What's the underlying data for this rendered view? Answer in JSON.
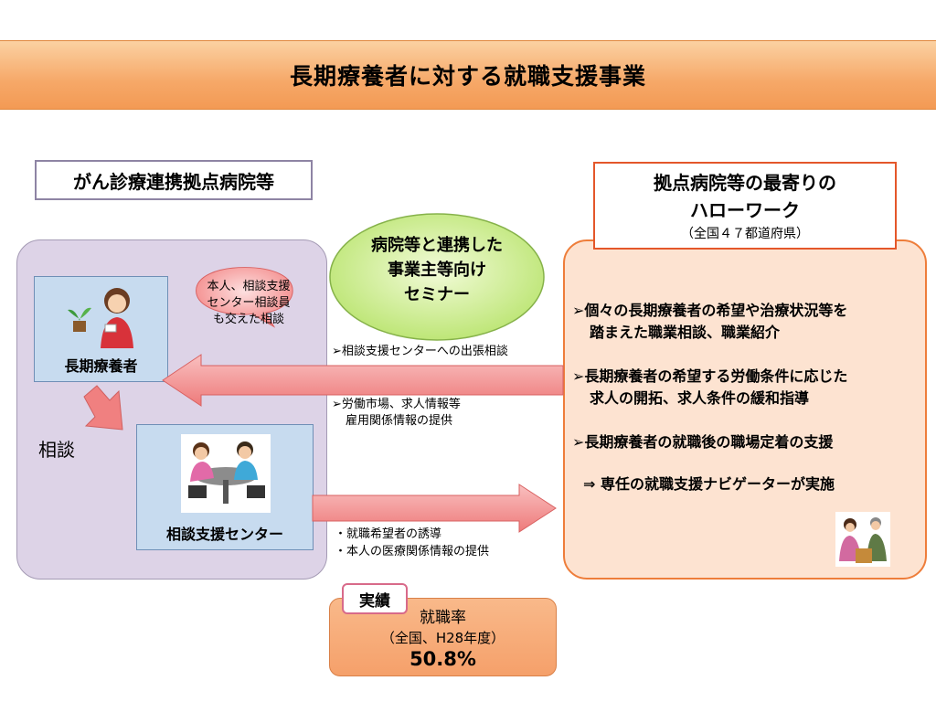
{
  "title": "長期療養者に対する就職支援事業",
  "left": {
    "header": "がん診療連携拠点病院等",
    "patient_label": "長期療養者",
    "consult_label": "相談",
    "center_label": "相談支援センター",
    "bubble": [
      "本人、相談支援",
      "センター相談員",
      "も交えた相談"
    ]
  },
  "seminar": [
    "病院等と連携した",
    "事業主等向け",
    "セミナー"
  ],
  "notes": {
    "outreach": "➢相談支援センターへの出張相談",
    "labor_1": "➢労働市場、求人情報等",
    "labor_2": "雇用関係情報の提供",
    "guide_1": "・就職希望者の誘導",
    "guide_2": "・本人の医療関係情報の提供"
  },
  "right": {
    "header_1": "拠点病院等の最寄りの",
    "header_2": "ハローワーク",
    "header_sub": "（全国４７都道府県）",
    "bullets": [
      {
        "l1": "➢個々の長期療養者の希望や治療状況等を",
        "l2": "踏まえた職業相談、職業紹介"
      },
      {
        "l1": "➢長期療養者の希望する労働条件に応じた",
        "l2": "求人の開拓、求人条件の緩和指導"
      },
      {
        "l1": "➢長期療養者の就職後の職場定着の支援",
        "l2": ""
      }
    ],
    "navigator": "⇒ 専任の就職支援ナビゲーターが実施"
  },
  "result": {
    "tag": "実績",
    "line1": "就職率",
    "line2": "（全国、H28年度）",
    "value": "50.8%"
  },
  "colors": {
    "banner": "#f6a868",
    "left_panel": "#ddd3e7",
    "right_panel": "#fde3d1",
    "arrow_red": "#f08080",
    "seminar_green": "#c9ef8e"
  }
}
